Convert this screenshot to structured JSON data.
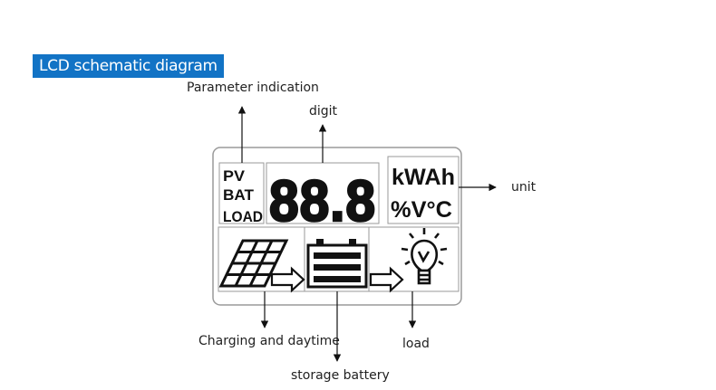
{
  "header": {
    "title": "LCD schematic diagram"
  },
  "labels": {
    "parameter": "Parameter indication",
    "digit": "digit",
    "unit": "unit",
    "charging": "Charging and daytime",
    "load": "load",
    "battery": "storage battery"
  },
  "lcd": {
    "params": [
      "PV",
      "BAT",
      "LOAD"
    ],
    "digits": "88.8",
    "unit_top": "kWAh",
    "unit_bottom": "%V°C"
  },
  "icons": [
    "solar-panel-icon",
    "arrow-right-icon",
    "battery-icon",
    "arrow-right-icon",
    "light-bulb-icon"
  ],
  "colors": {
    "accent": "#1273c5",
    "ink": "#111111",
    "panel_border": "#999999"
  }
}
